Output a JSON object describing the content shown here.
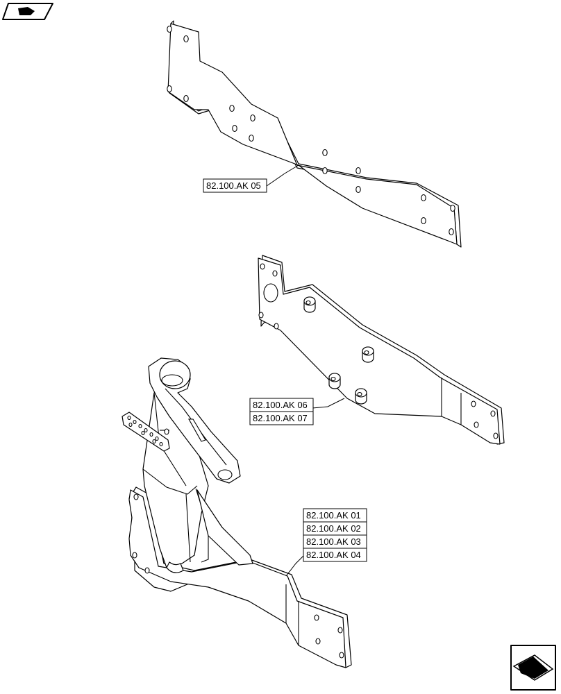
{
  "labels": {
    "ak05": "82.100.AK 05",
    "ak06": "82.100.AK 06",
    "ak07": "82.100.AK 07",
    "ak01": "82.100.AK 01",
    "ak02": "82.100.AK 02",
    "ak03": "82.100.AK 03",
    "ak04": "82.100.AK 04"
  },
  "icons": {
    "top_left": "view-selector-icon",
    "bottom_right": "next-page-icon"
  }
}
